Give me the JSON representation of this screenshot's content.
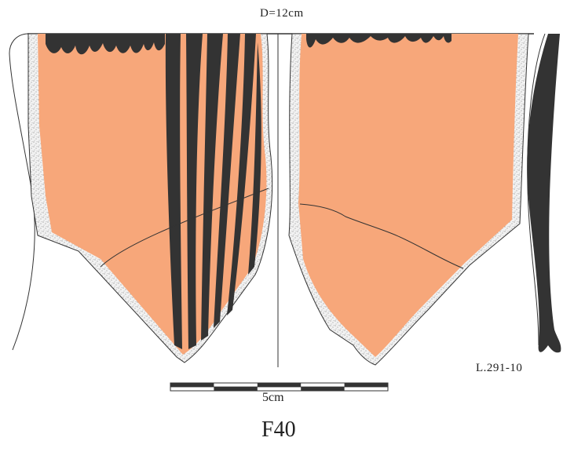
{
  "labels": {
    "diameter": "D=12cm",
    "catalog_number": "L.291-10",
    "scale": "5cm",
    "figure": "F40"
  },
  "colors": {
    "clay": "#F7A77A",
    "glaze": "#333333",
    "outline": "#3a3a3a",
    "fracture": "#f2f2f2",
    "stipple": "#555555"
  },
  "scale_bar": {
    "length_cm": 5,
    "segments": 5
  }
}
